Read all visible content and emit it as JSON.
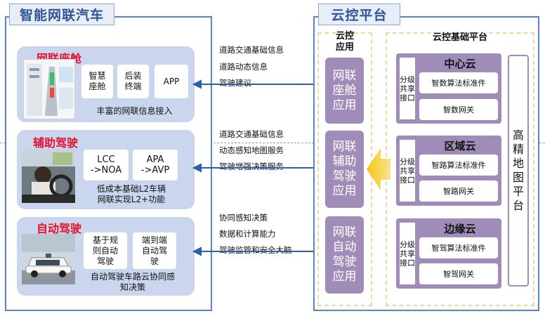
{
  "left_title": "智能网联汽车",
  "right_title": "云控平台",
  "cards": [
    {
      "title": "网联座舱",
      "boxes": [
        "智慧\n座舱",
        "后装\n终端",
        "APP"
      ],
      "caption": "丰富的网联信息接入"
    },
    {
      "title": "辅助驾驶",
      "boxes": [
        "LCC\n->NOA",
        "APA\n->AVP"
      ],
      "caption": "低成本基础L2车辆\n网联实现L2+功能"
    },
    {
      "title": "自动驾驶",
      "boxes": [
        "基于规\n则自动\n驾驶",
        "端到端\n自动驾\n驶"
      ],
      "caption": "自动驾驶车路云协同感\n知决策"
    }
  ],
  "messages": [
    [
      "道路交通基础信息",
      "道路动态信息",
      "驾驶建议"
    ],
    [
      "道路交通基础信息",
      "动态感知地图服务",
      "驾驶增强决策服务"
    ],
    [
      "协同感知决策",
      "数据和计算能力",
      "驾驶监管和安全大脑"
    ]
  ],
  "cloud_app": {
    "header": "云控\n应用",
    "items": [
      "网联\n座舱\n应用",
      "网联\n辅助\n驾驶\n应用",
      "网联\n自动\n驾驶\n应用"
    ]
  },
  "cloud_base": {
    "header": "云控基础平台",
    "share_label": "分级\n共享\n接口",
    "clouds": [
      {
        "name": "中心云",
        "items": [
          "智数算法标准件",
          "智数网关"
        ]
      },
      {
        "name": "区域云",
        "items": [
          "智路算法标准件",
          "智路网关"
        ]
      },
      {
        "name": "边缘云",
        "items": [
          "智驾算法标准件",
          "智驾网关"
        ]
      }
    ],
    "hd_map": "高\n精\n地\n图\n平\n台"
  },
  "colors": {
    "panel_border": "#5b84c4",
    "card_bg": "#c9d6ee",
    "card_title": "#e8112d",
    "purple": "#a08cb8",
    "arrow": "#2f5fa8",
    "yellow_arrow": "#f5c518"
  }
}
